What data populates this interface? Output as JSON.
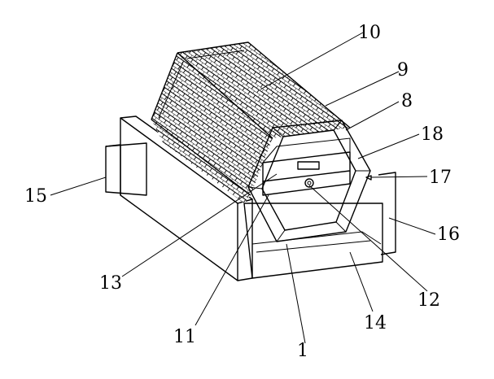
{
  "figure": {
    "labels": [
      {
        "id": "l1",
        "text": "1"
      },
      {
        "id": "l8",
        "text": "8"
      },
      {
        "id": "l9",
        "text": "9"
      },
      {
        "id": "l10",
        "text": "10"
      },
      {
        "id": "l11",
        "text": "11"
      },
      {
        "id": "l12",
        "text": "12"
      },
      {
        "id": "l13",
        "text": "13"
      },
      {
        "id": "l14",
        "text": "14"
      },
      {
        "id": "l15",
        "text": "15"
      },
      {
        "id": "l16",
        "text": "16"
      },
      {
        "id": "l17",
        "text": "17"
      },
      {
        "id": "l18",
        "text": "18"
      }
    ]
  }
}
